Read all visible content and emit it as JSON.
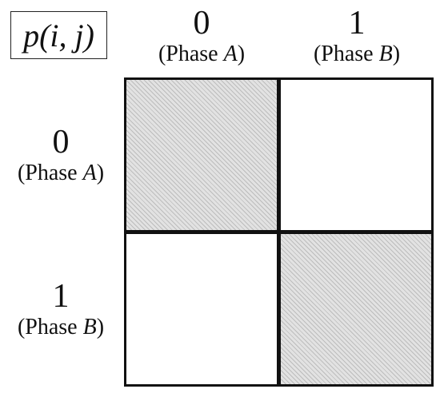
{
  "label": "p(i, j)",
  "columns": [
    {
      "index": "0",
      "phase_prefix": "(Phase ",
      "phase_letter": "A",
      "phase_suffix": ")"
    },
    {
      "index": "1",
      "phase_prefix": "(Phase ",
      "phase_letter": "B",
      "phase_suffix": ")"
    }
  ],
  "rows": [
    {
      "index": "0",
      "phase_prefix": "(Phase ",
      "phase_letter": "A",
      "phase_suffix": ")"
    },
    {
      "index": "1",
      "phase_prefix": "(Phase ",
      "phase_letter": "B",
      "phase_suffix": ")"
    }
  ],
  "cells": [
    [
      {
        "shaded": true
      },
      {
        "shaded": false
      }
    ],
    [
      {
        "shaded": false
      },
      {
        "shaded": true
      }
    ]
  ],
  "colors": {
    "shaded_fill": "#e2e2e2",
    "grid_line": "#111111"
  }
}
